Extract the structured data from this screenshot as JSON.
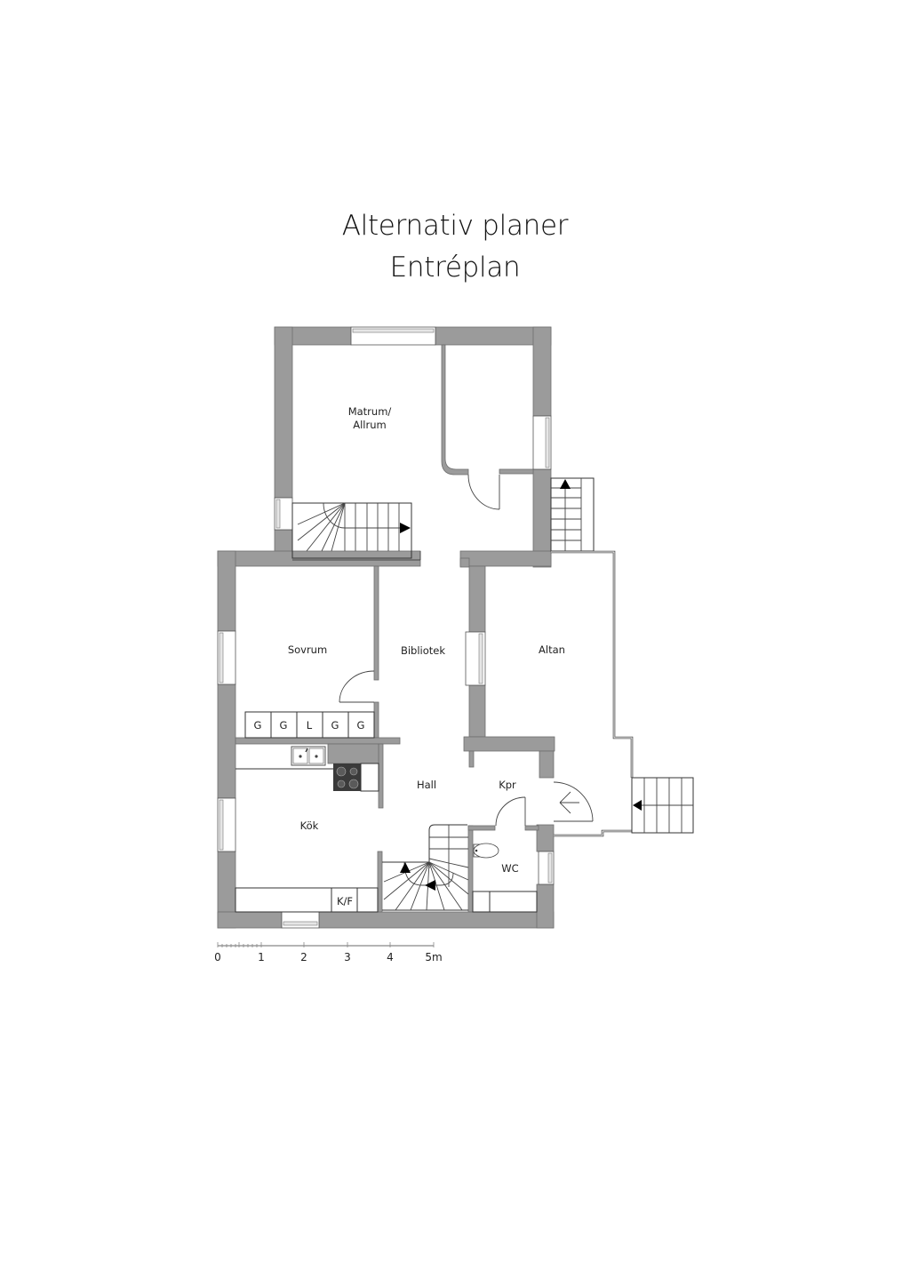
{
  "header": {
    "title_line1": "Alternativ planer",
    "title_line2": "Entréplan"
  },
  "rooms": {
    "matrum_line1": "Matrum/",
    "matrum_line2": "Allrum",
    "sovrum": "Sovrum",
    "bibliotek": "Bibliotek",
    "altan": "Altan",
    "hall": "Hall",
    "kpr": "Kpr",
    "kok": "Kök",
    "wc": "WC"
  },
  "wardrobes": [
    "G",
    "G",
    "L",
    "G",
    "G"
  ],
  "appliances": {
    "fridge_freezer": "K/F"
  },
  "scale_bar": {
    "labels": [
      "0",
      "1",
      "2",
      "3",
      "4",
      "5m"
    ]
  },
  "colors": {
    "wall": "#9b9b9b",
    "background": "#ffffff",
    "text": "#111111"
  }
}
